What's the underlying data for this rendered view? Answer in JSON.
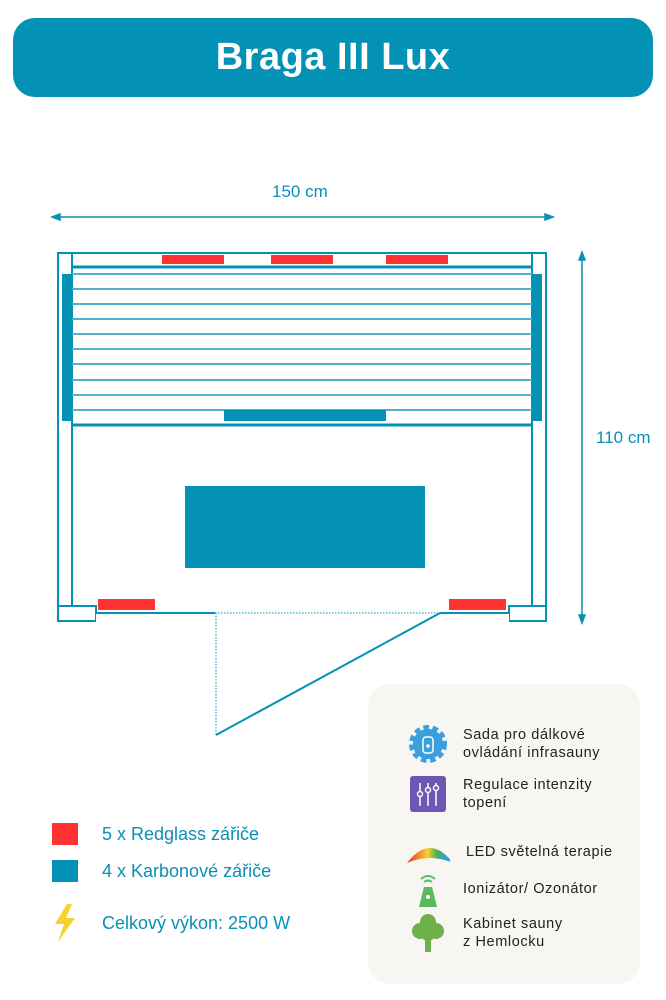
{
  "title": "Braga III Lux",
  "dimensions": {
    "width": "150 cm",
    "depth": "110 cm"
  },
  "legend": [
    {
      "label": "5 x Redglass zářiče",
      "color": "#ff3333"
    },
    {
      "label": "4 x Karbonové zářiče",
      "color": "#0392b6"
    },
    {
      "label": "Celkový výkon: 2500 W",
      "icon": "lightning-icon"
    }
  ],
  "features": [
    {
      "line1": "Sada pro dálkové",
      "line2": "ovládání infrasauny",
      "icon": "remote-gear-icon"
    },
    {
      "line1": "Regulace intenzity",
      "line2": "topení",
      "icon": "sliders-icon"
    },
    {
      "line1": "LED světelná terapie",
      "icon": "rainbow-icon"
    },
    {
      "line1": "Ionizátor/ Ozonátor",
      "icon": "ionizer-icon"
    },
    {
      "line1": "Kabinet sauny",
      "line2": "z Hemlocku",
      "icon": "tree-icon"
    }
  ]
}
